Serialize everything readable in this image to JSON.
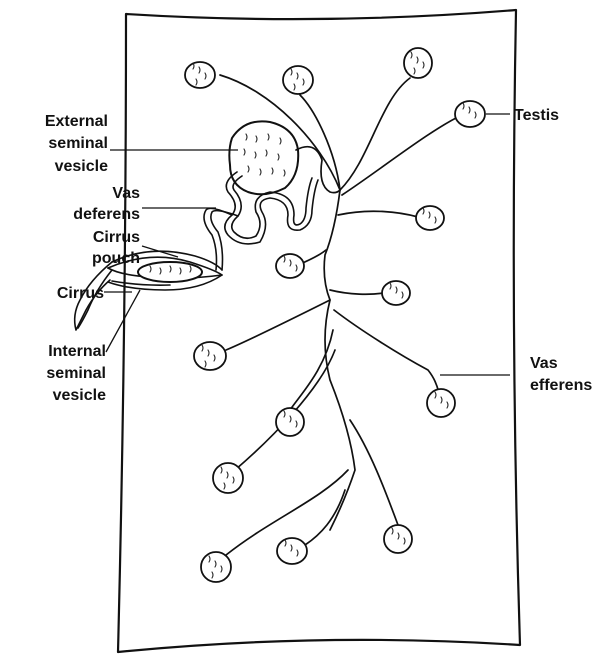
{
  "labels": {
    "external_seminal_vesicle": [
      "External",
      "seminal",
      "vesicle"
    ],
    "vas_deferens": [
      "Vas",
      "deferens"
    ],
    "cirrus_pouch": [
      "Cirrus",
      "pouch"
    ],
    "cirrus": "Cirrus",
    "internal_seminal_vesicle": [
      "Internal",
      "seminal",
      "vesicle"
    ],
    "testis": "Testis",
    "vas_efferens": [
      "Vas",
      "efferens"
    ]
  },
  "colors": {
    "ink": "#111111",
    "background": "#ffffff"
  }
}
